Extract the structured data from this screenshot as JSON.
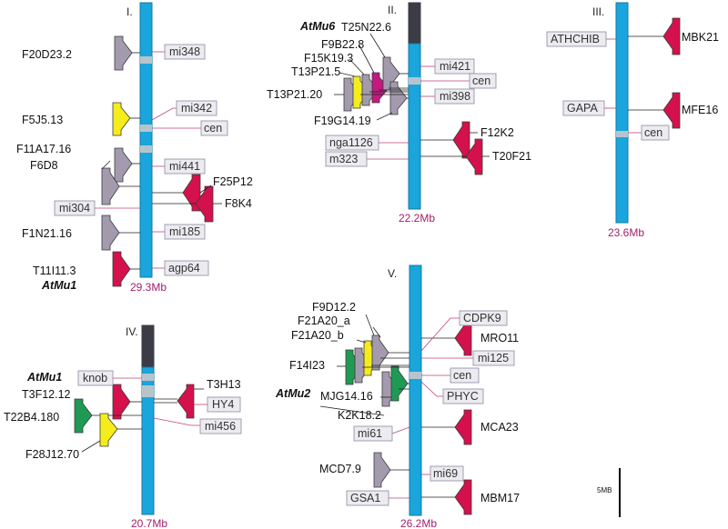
{
  "colors": {
    "chromosome": "#1aa6dc",
    "chromosome_edge": "#117aa8",
    "knob": "#3c3c46",
    "centromere": "#b8c4cc",
    "grey_marker": "#a49aae",
    "yellow_marker": "#f5ec1c",
    "red_marker": "#d4114c",
    "green_marker": "#1f9a54",
    "magenta_marker": "#c41a80",
    "box_fill": "#ecebf0",
    "box_edge": "#8c8aa0",
    "pink_line": "#c2407a"
  },
  "chromosomes": [
    {
      "id": "I",
      "numeral": "I.",
      "size": "29.3Mb",
      "left_labels": [
        "F20D23.2",
        "F5J5.13",
        "F11A17.16",
        "F6D8",
        "F1N21.16",
        "T11I11.3"
      ],
      "mutator": "AtMu1",
      "right_labels": [
        "F25P12",
        "F8K4"
      ],
      "boxed": [
        "mi348",
        "mi342",
        "cen",
        "mi441",
        "mi304",
        "mi185",
        "agp64"
      ]
    },
    {
      "id": "II",
      "numeral": "II.",
      "size": "22.2Mb",
      "mutator": "AtMu6",
      "left_labels": [
        "T25N22.6",
        "F9B22.8",
        "F15K19.3",
        "T13P21.5",
        "T13P21.20",
        "F19G14.19"
      ],
      "right_labels": [
        "F12K2",
        "T20F21"
      ],
      "boxed": [
        "mi421",
        "cen",
        "mi398",
        "nga1126",
        "m323"
      ]
    },
    {
      "id": "III",
      "numeral": "III.",
      "size": "23.6Mb",
      "right_labels": [
        "MBK21",
        "MFE16"
      ],
      "boxed": [
        "ATHCHIB",
        "GAPA",
        "cen"
      ]
    },
    {
      "id": "IV",
      "numeral": "IV.",
      "size": "20.7Mb",
      "mutator": "AtMu1",
      "left_labels": [
        "T3F12.12",
        "T22B4.180",
        "F28J12.70"
      ],
      "right_labels": [
        "T3H13"
      ],
      "boxed": [
        "knob",
        "HY4",
        "mi456"
      ]
    },
    {
      "id": "V",
      "numeral": "V.",
      "size": "26.2Mb",
      "mutator": "AtMu2",
      "left_labels": [
        "F9D12.2",
        "F21A20_a",
        "F21A20_b",
        "F14I23",
        "MJG14.16",
        "K2K18.2",
        "MCD7.9"
      ],
      "right_labels": [
        "MRO11",
        "MCA23",
        "MBM17"
      ],
      "boxed": [
        "CDPK9",
        "mi125",
        "cen",
        "PHYC",
        "mi61",
        "mi69",
        "GSA1"
      ]
    }
  ],
  "scale_bar": {
    "label": "5MB"
  }
}
